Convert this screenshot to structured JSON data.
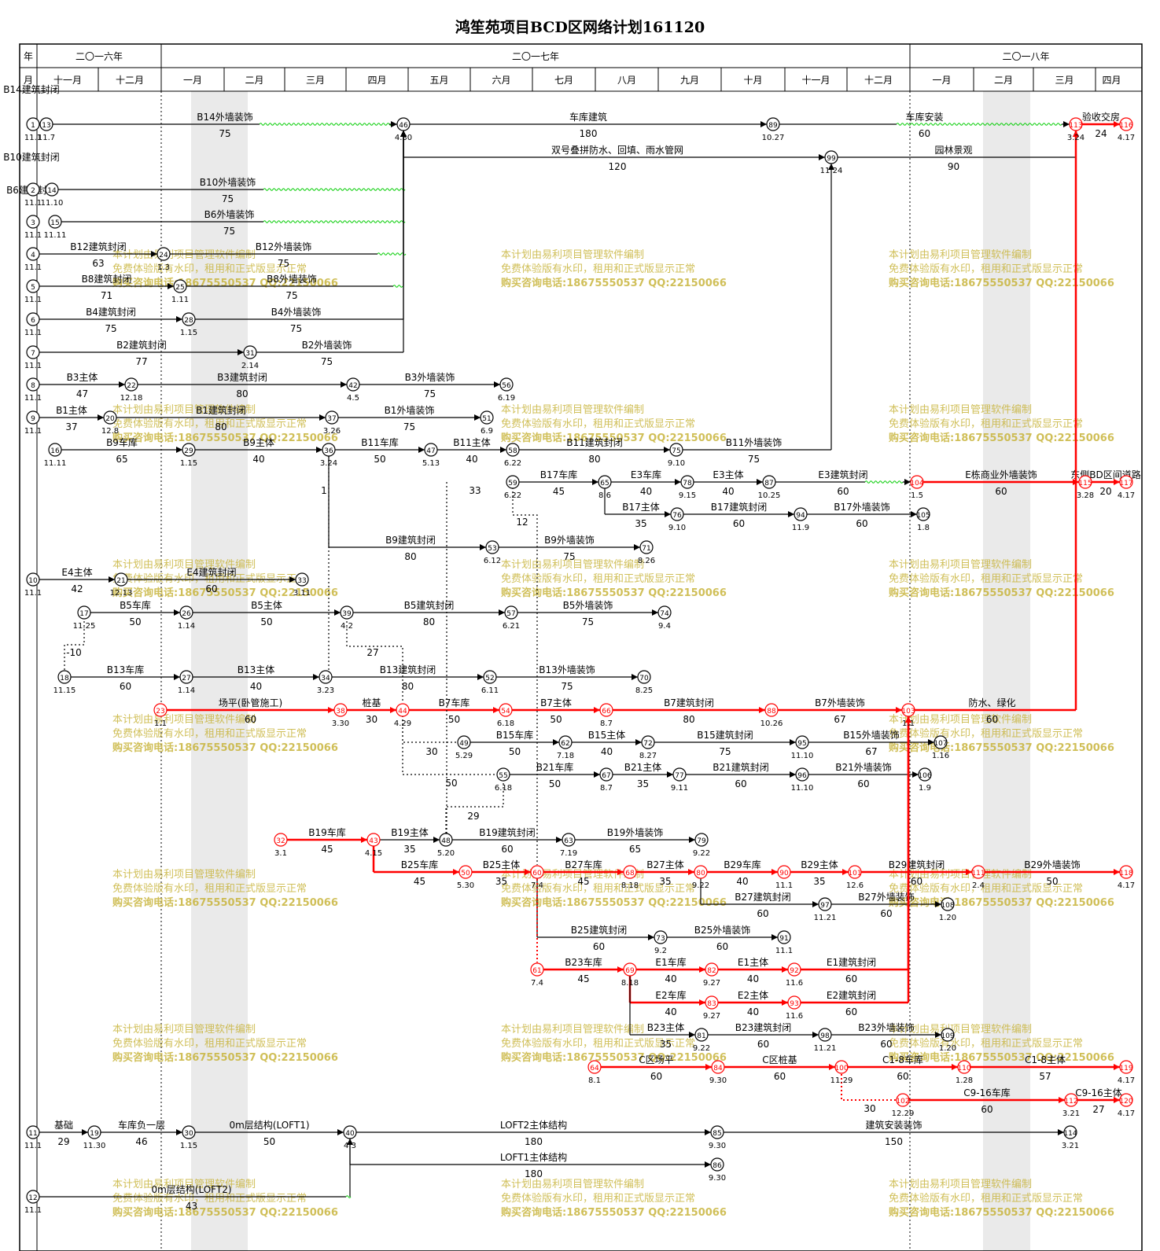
{
  "title": "鸿笙苑项目BCD区网络计划161120",
  "header": {
    "year_label": "年",
    "month_label": "月",
    "years": [
      "二〇一六年",
      "二〇一七年",
      "二〇一八年"
    ],
    "months": [
      "十一月",
      "十二月",
      "一月",
      "二月",
      "三月",
      "四月",
      "五月",
      "六月",
      "七月",
      "八月",
      "九月",
      "十月",
      "十一月",
      "十二月",
      "一月",
      "二月",
      "三月",
      "四月"
    ]
  },
  "watermark": [
    "本计划由易利项目管理软件编制",
    "免费体验版有水印，租用和正式版显示正常",
    "购买咨询电话:18675550537 QQ:22150066"
  ],
  "colors": {
    "critical": "#ff0000",
    "normal": "#000000",
    "free_float": "#00cc00",
    "watermark": "#c8b43c",
    "weekend_band": "#d8d8d8"
  },
  "nodes": [
    {
      "id": "1",
      "date": "11.1"
    },
    {
      "id": "13",
      "date": "11.7"
    },
    {
      "id": "46",
      "date": "4.30"
    },
    {
      "id": "89",
      "date": "10.27"
    },
    {
      "id": "113",
      "date": "3.24"
    },
    {
      "id": "116",
      "date": "4.17"
    },
    {
      "id": "99",
      "date": "11.24"
    },
    {
      "id": "2",
      "date": "11.1"
    },
    {
      "id": "14",
      "date": "11.10"
    },
    {
      "id": "3",
      "date": "11.1"
    },
    {
      "id": "15",
      "date": "11.11"
    },
    {
      "id": "4",
      "date": "11.1"
    },
    {
      "id": "24",
      "date": "1.3"
    },
    {
      "id": "5",
      "date": "11.1"
    },
    {
      "id": "25",
      "date": "1.11"
    },
    {
      "id": "6",
      "date": "11.1"
    },
    {
      "id": "28",
      "date": "1.15"
    },
    {
      "id": "7",
      "date": "11.1"
    },
    {
      "id": "31",
      "date": "2.14"
    },
    {
      "id": "8",
      "date": "11.1"
    },
    {
      "id": "22",
      "date": "12.18"
    },
    {
      "id": "42",
      "date": "4.5"
    },
    {
      "id": "56",
      "date": "6.19"
    },
    {
      "id": "9",
      "date": "11.1"
    },
    {
      "id": "20",
      "date": "12.8"
    },
    {
      "id": "37",
      "date": "3.26"
    },
    {
      "id": "51",
      "date": "6.9"
    },
    {
      "id": "16",
      "date": "11.11"
    },
    {
      "id": "29",
      "date": "1.15"
    },
    {
      "id": "36",
      "date": "3.24"
    },
    {
      "id": "47",
      "date": "5.13"
    },
    {
      "id": "58",
      "date": "6.22"
    },
    {
      "id": "75",
      "date": "9.10"
    },
    {
      "id": "59",
      "date": "6.22"
    },
    {
      "id": "65",
      "date": "8.6"
    },
    {
      "id": "78",
      "date": "9.15"
    },
    {
      "id": "87",
      "date": "10.25"
    },
    {
      "id": "104",
      "date": "1.5"
    },
    {
      "id": "115",
      "date": "3.28"
    },
    {
      "id": "117",
      "date": "4.17"
    },
    {
      "id": "76",
      "date": "9.10"
    },
    {
      "id": "94",
      "date": "11.9"
    },
    {
      "id": "105",
      "date": "1.8"
    },
    {
      "id": "53",
      "date": "6.12"
    },
    {
      "id": "71",
      "date": "8.26"
    },
    {
      "id": "10",
      "date": "11.1"
    },
    {
      "id": "21",
      "date": "12.13"
    },
    {
      "id": "33",
      "date": "3.11"
    },
    {
      "id": "17",
      "date": "11.25"
    },
    {
      "id": "26",
      "date": "1.14"
    },
    {
      "id": "39",
      "date": "4.2"
    },
    {
      "id": "57",
      "date": "6.21"
    },
    {
      "id": "74",
      "date": "9.4"
    },
    {
      "id": "18",
      "date": "11.15"
    },
    {
      "id": "27",
      "date": "1.14"
    },
    {
      "id": "34",
      "date": "3.23"
    },
    {
      "id": "52",
      "date": "6.11"
    },
    {
      "id": "70",
      "date": "8.25"
    },
    {
      "id": "23",
      "date": "1.1"
    },
    {
      "id": "38",
      "date": "3.30"
    },
    {
      "id": "44",
      "date": "4.29"
    },
    {
      "id": "54",
      "date": "6.18"
    },
    {
      "id": "66",
      "date": "8.7"
    },
    {
      "id": "88",
      "date": "10.26"
    },
    {
      "id": "103",
      "date": "1.1"
    },
    {
      "id": "49",
      "date": "5.29"
    },
    {
      "id": "62",
      "date": "7.18"
    },
    {
      "id": "72",
      "date": "8.27"
    },
    {
      "id": "95",
      "date": "11.10"
    },
    {
      "id": "107",
      "date": "1.16"
    },
    {
      "id": "55",
      "date": "6.18"
    },
    {
      "id": "67",
      "date": "8.7"
    },
    {
      "id": "77",
      "date": "9.11"
    },
    {
      "id": "96",
      "date": "11.10"
    },
    {
      "id": "106",
      "date": "1.9"
    },
    {
      "id": "32",
      "date": "3.1"
    },
    {
      "id": "43",
      "date": "4.15"
    },
    {
      "id": "48",
      "date": "5.20"
    },
    {
      "id": "63",
      "date": "7.19"
    },
    {
      "id": "79",
      "date": "9.22"
    },
    {
      "id": "50",
      "date": "5.30"
    },
    {
      "id": "60",
      "date": "7.4"
    },
    {
      "id": "68",
      "date": "8.18"
    },
    {
      "id": "80",
      "date": "9.22"
    },
    {
      "id": "90",
      "date": "11.1"
    },
    {
      "id": "101",
      "date": "12.6"
    },
    {
      "id": "111",
      "date": "2.4"
    },
    {
      "id": "118",
      "date": "4.17"
    },
    {
      "id": "97",
      "date": "11.21"
    },
    {
      "id": "108",
      "date": "1.20"
    },
    {
      "id": "73",
      "date": "9.2"
    },
    {
      "id": "91",
      "date": "11.1"
    },
    {
      "id": "61",
      "date": "7.4"
    },
    {
      "id": "69",
      "date": "8.18"
    },
    {
      "id": "82",
      "date": "9.27"
    },
    {
      "id": "92",
      "date": "11.6"
    },
    {
      "id": "83",
      "date": "9.27"
    },
    {
      "id": "93",
      "date": "11.6"
    },
    {
      "id": "81",
      "date": "9.22"
    },
    {
      "id": "98",
      "date": "11.21"
    },
    {
      "id": "109",
      "date": "1.20"
    },
    {
      "id": "64",
      "date": "8.1"
    },
    {
      "id": "84",
      "date": "9.30"
    },
    {
      "id": "100",
      "date": "11.29"
    },
    {
      "id": "110",
      "date": "1.28"
    },
    {
      "id": "119",
      "date": "4.17"
    },
    {
      "id": "102",
      "date": "12.29"
    },
    {
      "id": "112",
      "date": "3.21"
    },
    {
      "id": "120",
      "date": "4.17"
    },
    {
      "id": "11",
      "date": "11.1"
    },
    {
      "id": "19",
      "date": "11.30"
    },
    {
      "id": "30",
      "date": "1.15"
    },
    {
      "id": "40",
      "date": "4.3"
    },
    {
      "id": "85",
      "date": "9.30"
    },
    {
      "id": "114",
      "date": "3.21"
    },
    {
      "id": "86",
      "date": "9.30"
    },
    {
      "id": "12",
      "date": "11.1"
    }
  ],
  "tasks": [
    {
      "name": "B14外墙装饰",
      "duration": "75"
    },
    {
      "name": "车库建筑",
      "duration": "180"
    },
    {
      "name": "车库安装",
      "duration": "60"
    },
    {
      "name": "验收交房",
      "duration": "24"
    },
    {
      "name": "双号叠拼防水、回填、雨水管网",
      "duration": "120"
    },
    {
      "name": "园林景观",
      "duration": "90"
    },
    {
      "name": "B10外墙装饰",
      "duration": "75"
    },
    {
      "name": "B6外墙装饰",
      "duration": "75"
    },
    {
      "name": "B12建筑封闭",
      "duration": "63"
    },
    {
      "name": "B12外墙装饰",
      "duration": "75"
    },
    {
      "name": "B8建筑封闭",
      "duration": "71"
    },
    {
      "name": "B8外墙装饰",
      "duration": "75"
    },
    {
      "name": "B4建筑封闭",
      "duration": "75"
    },
    {
      "name": "B4外墙装饰",
      "duration": "75"
    },
    {
      "name": "B2建筑封闭",
      "duration": "77"
    },
    {
      "name": "B2外墙装饰",
      "duration": "75"
    },
    {
      "name": "B3主体",
      "duration": "47"
    },
    {
      "name": "B3建筑封闭",
      "duration": "80"
    },
    {
      "name": "B3外墙装饰",
      "duration": "75"
    },
    {
      "name": "B1主体",
      "duration": "37"
    },
    {
      "name": "B1建筑封闭",
      "duration": "80"
    },
    {
      "name": "B1外墙装饰",
      "duration": "75"
    },
    {
      "name": "B9车库",
      "duration": "65"
    },
    {
      "name": "B9主体",
      "duration": "40"
    },
    {
      "name": "B11车库",
      "duration": "50"
    },
    {
      "name": "B11主体",
      "duration": "40"
    },
    {
      "name": "B11建筑封闭",
      "duration": "80"
    },
    {
      "name": "B11外墙装饰",
      "duration": "75"
    },
    {
      "name": "B17车库",
      "duration": "45"
    },
    {
      "name": "E3车库",
      "duration": "40"
    },
    {
      "name": "E3主体",
      "duration": "40"
    },
    {
      "name": "E3建筑封闭",
      "duration": "60"
    },
    {
      "name": "E栋商业外墙装饰",
      "duration": "60"
    },
    {
      "name": "东侧BD区间道路",
      "duration": "20"
    },
    {
      "name": "B17主体",
      "duration": "35"
    },
    {
      "name": "B17建筑封闭",
      "duration": "60"
    },
    {
      "name": "B17外墙装饰",
      "duration": "60"
    },
    {
      "name": "B9建筑封闭",
      "duration": "80"
    },
    {
      "name": "B9外墙装饰",
      "duration": "75"
    },
    {
      "name": "E4主体",
      "duration": "42"
    },
    {
      "name": "E4建筑封闭",
      "duration": "60"
    },
    {
      "name": "B5车库",
      "duration": "50"
    },
    {
      "name": "B5主体",
      "duration": "50"
    },
    {
      "name": "B5建筑封闭",
      "duration": "80"
    },
    {
      "name": "B5外墙装饰",
      "duration": "75"
    },
    {
      "name": "B13车库",
      "duration": "60"
    },
    {
      "name": "B13主体",
      "duration": "40"
    },
    {
      "name": "B13建筑封闭",
      "duration": "80"
    },
    {
      "name": "B13外墙装饰",
      "duration": "75"
    },
    {
      "name": "场平(卧管施工)",
      "duration": "60"
    },
    {
      "name": "桩基",
      "duration": "30"
    },
    {
      "name": "B7车库",
      "duration": "50"
    },
    {
      "name": "B7主体",
      "duration": "50"
    },
    {
      "name": "B7建筑封闭",
      "duration": "80"
    },
    {
      "name": "B7外墙装饰",
      "duration": "67"
    },
    {
      "name": "防水、绿化",
      "duration": "60"
    },
    {
      "name": "B15车库",
      "duration": "50"
    },
    {
      "name": "B15主体",
      "duration": "40"
    },
    {
      "name": "B15建筑封闭",
      "duration": "75"
    },
    {
      "name": "B15外墙装饰",
      "duration": "67"
    },
    {
      "name": "B21车库",
      "duration": "50"
    },
    {
      "name": "B21主体",
      "duration": "35"
    },
    {
      "name": "B21建筑封闭",
      "duration": "60"
    },
    {
      "name": "B21外墙装饰",
      "duration": "60"
    },
    {
      "name": "B19车库",
      "duration": "45"
    },
    {
      "name": "B19主体",
      "duration": "35"
    },
    {
      "name": "B19建筑封闭",
      "duration": "60"
    },
    {
      "name": "B19外墙装饰",
      "duration": "65"
    },
    {
      "name": "B25车库",
      "duration": "45"
    },
    {
      "name": "B25主体",
      "duration": "35"
    },
    {
      "name": "B27车库",
      "duration": "45"
    },
    {
      "name": "B27主体",
      "duration": "35"
    },
    {
      "name": "B29车库",
      "duration": "40"
    },
    {
      "name": "B29主体",
      "duration": "35"
    },
    {
      "name": "B29建筑封闭",
      "duration": "60"
    },
    {
      "name": "B29外墙装饰",
      "duration": "50"
    },
    {
      "name": "B27建筑封闭",
      "duration": "60"
    },
    {
      "name": "B27外墙装饰",
      "duration": "60"
    },
    {
      "name": "B25建筑封闭",
      "duration": "60"
    },
    {
      "name": "B25外墙装饰",
      "duration": "60"
    },
    {
      "name": "B23车库",
      "duration": "45"
    },
    {
      "name": "E1车库",
      "duration": "40"
    },
    {
      "name": "E1主体",
      "duration": "40"
    },
    {
      "name": "E1建筑封闭",
      "duration": "60"
    },
    {
      "name": "E2车库",
      "duration": "40"
    },
    {
      "name": "E2主体",
      "duration": "40"
    },
    {
      "name": "E2建筑封闭",
      "duration": "60"
    },
    {
      "name": "B23主体",
      "duration": "35"
    },
    {
      "name": "B23建筑封闭",
      "duration": "60"
    },
    {
      "name": "B23外墙装饰",
      "duration": "60"
    },
    {
      "name": "C区场平",
      "duration": "60"
    },
    {
      "name": "C区桩基",
      "duration": "60"
    },
    {
      "name": "C1-8车库",
      "duration": "60"
    },
    {
      "name": "C1-8主体",
      "duration": "57"
    },
    {
      "name": "C9-16车库",
      "duration": "60"
    },
    {
      "name": "C9-16主体",
      "duration": "27"
    },
    {
      "name": "基础",
      "duration": "29"
    },
    {
      "name": "车库负一层",
      "duration": "46"
    },
    {
      "name": "0m层结构(LOFT1)",
      "duration": "50"
    },
    {
      "name": "LOFT2主体结构",
      "duration": "180"
    },
    {
      "name": "建筑安装装饰",
      "duration": "150"
    },
    {
      "name": "LOFT1主体结构",
      "duration": "180"
    },
    {
      "name": "0m层结构(LOFT2)",
      "duration": "43"
    },
    {
      "name": "B14建筑封闭",
      "duration": ""
    },
    {
      "name": "B10建筑封闭",
      "duration": ""
    },
    {
      "name": "B6建筑封闭",
      "duration": ""
    }
  ],
  "dummy_lags": [
    "1",
    "33",
    "12",
    "-10",
    "27",
    "30",
    "50",
    "29",
    "30"
  ]
}
